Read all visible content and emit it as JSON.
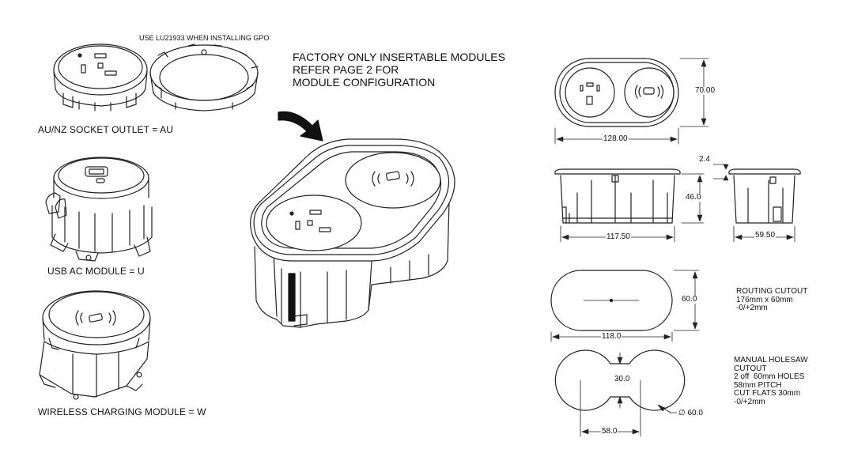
{
  "modules": {
    "gpo_note": "USE LU21933 WHEN INSTALLING GPO",
    "au_label": "AU/NZ SOCKET OUTLET = AU",
    "usb_label": "USB AC MODULE = U",
    "wireless_label": "WIRELESS CHARGING MODULE = W"
  },
  "main_note": "FACTORY ONLY INSERTABLE MODULES\nREFER PAGE 2 FOR\nMODULE CONFIGURATION",
  "dimensions": {
    "top_width": "128.00",
    "top_height": "70.00",
    "flange": "2.4",
    "body_height": "46.0",
    "side_width": "117.50",
    "end_width": "59.50",
    "routing_height": "60.0",
    "routing_width": "118.0",
    "holesaw_flat": "30.0",
    "holesaw_pitch": "58.0",
    "holesaw_diameter": "∅ 60.0"
  },
  "routing_note": "ROUTING CUTOUT\n176mm x 60mm\n-0/+2mm",
  "holesaw_note": "MANUAL HOLESAW\nCUTOUT\n2 off  60mm HOLES\n58mm PITCH\nCUT FLATS 30mm\n-0/+2mm"
}
